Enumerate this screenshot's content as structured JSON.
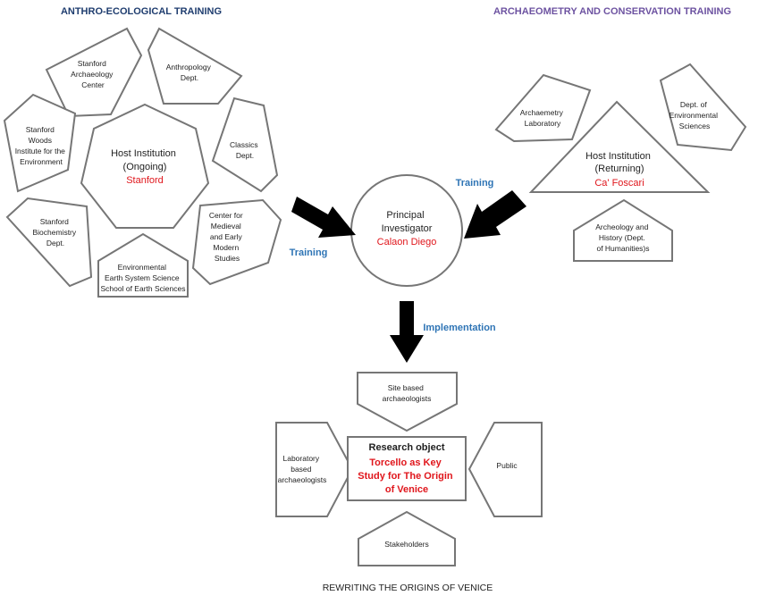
{
  "headers": {
    "left": "ANTHRO-ECOLOGICAL TRAINING",
    "right": "ARCHAEOMETRY AND CONSERVATION TRAINING"
  },
  "stanford_cluster": {
    "host": {
      "line1": "Host Institution",
      "line2": "(Ongoing)",
      "name": "Stanford"
    },
    "satellites": {
      "archaeology_center": [
        "Stanford",
        "Archaeology",
        "Center"
      ],
      "anthropology": [
        "Anthropology",
        "Dept."
      ],
      "woods": [
        "Stanford",
        "Woods",
        "Institute for the",
        "Environment"
      ],
      "classics": [
        "Classics",
        "Dept."
      ],
      "biochemistry": [
        "Stanford",
        "Biochemistry",
        "Dept."
      ],
      "medieval": [
        "Center for",
        "Medieval",
        "and Early",
        "Modern",
        "Studies"
      ],
      "earth_sciences": [
        "Environmental",
        "Earth System Science",
        "School of Earth Sciences"
      ]
    }
  },
  "foscari_cluster": {
    "host": {
      "line1": "Host Institution",
      "line2": "(Returning)",
      "name": "Ca' Foscari"
    },
    "satellites": {
      "archaeometry_lab": [
        "Archaemetry",
        "Laboratory"
      ],
      "environmental_sciences": [
        "Dept. of",
        "Environmental",
        "Sciences"
      ],
      "humanities": [
        "Archeology  and",
        "History (Dept.",
        "of Humanities)s"
      ]
    }
  },
  "pi": {
    "line1": "Principal",
    "line2": "Investigator",
    "name": "Calaon Diego"
  },
  "labels": {
    "training_left": "Training",
    "training_right": "Training",
    "implementation": "Implementation"
  },
  "research": {
    "title": "Research object",
    "lines": [
      "Torcello as Key",
      "Study for The Origin",
      "of Venice"
    ],
    "site": [
      "Site based",
      "archaeologists"
    ],
    "laboratory": [
      "Laboratory",
      "based",
      "archaeologists"
    ],
    "public": "Public",
    "stakeholders": "Stakeholders"
  },
  "caption": "REWRITING THE ORIGINS OF VENICE"
}
